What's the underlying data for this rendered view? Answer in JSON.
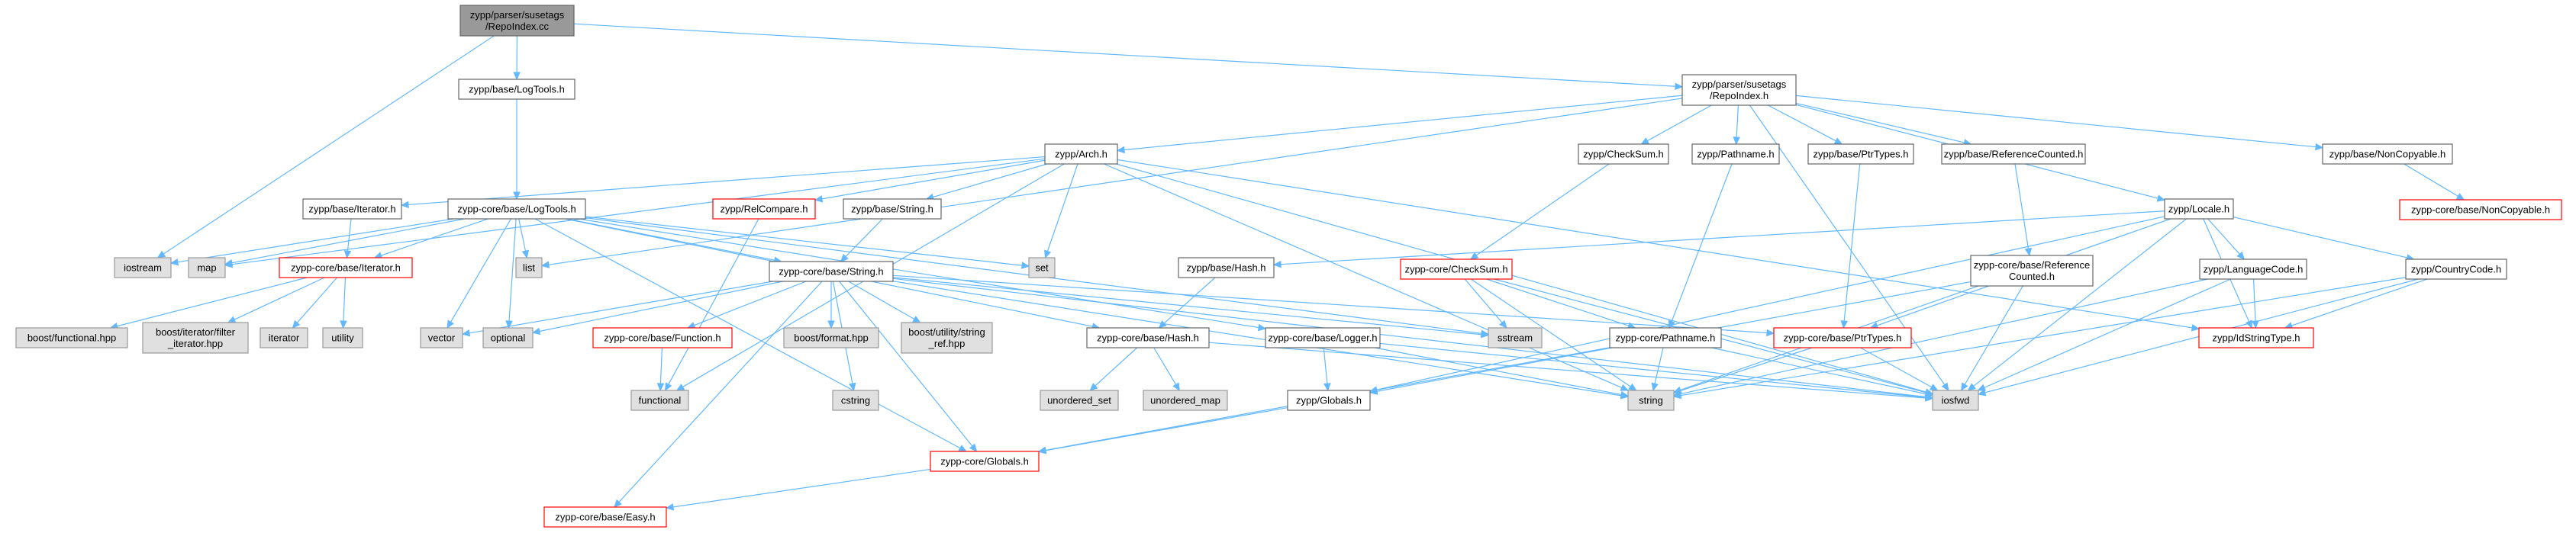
{
  "colors": {
    "edge": "#63b8ff",
    "root_fill": "#999999",
    "root_border": "#666666",
    "normal_border": "#666666",
    "external_fill": "#e0e0e0",
    "external_border": "#999999",
    "truncated_border": "#ff0000"
  },
  "nodes": [
    {
      "id": "root",
      "kind": "root",
      "lines": [
        "zypp/parser/susetags",
        "/RepoIndex.cc"
      ]
    },
    {
      "id": "logtools",
      "kind": "normal",
      "lines": [
        "zypp/base/LogTools.h"
      ]
    },
    {
      "id": "repoindex_h",
      "kind": "normal",
      "lines": [
        "zypp/parser/susetags",
        "/RepoIndex.h"
      ]
    },
    {
      "id": "arch",
      "kind": "normal",
      "lines": [
        "zypp/Arch.h"
      ]
    },
    {
      "id": "checksum",
      "kind": "normal",
      "lines": [
        "zypp/CheckSum.h"
      ]
    },
    {
      "id": "pathname",
      "kind": "normal",
      "lines": [
        "zypp/Pathname.h"
      ]
    },
    {
      "id": "ptrtypes",
      "kind": "normal",
      "lines": [
        "zypp/base/PtrTypes.h"
      ]
    },
    {
      "id": "refcounted",
      "kind": "normal",
      "lines": [
        "zypp/base/ReferenceCounted.h"
      ]
    },
    {
      "id": "noncopyable",
      "kind": "normal",
      "lines": [
        "zypp/base/NonCopyable.h"
      ]
    },
    {
      "id": "core_noncopyable",
      "kind": "truncated",
      "lines": [
        "zypp-core/base/NonCopyable.h"
      ]
    },
    {
      "id": "iterator",
      "kind": "normal",
      "lines": [
        "zypp/base/Iterator.h"
      ]
    },
    {
      "id": "core_logtools",
      "kind": "normal",
      "lines": [
        "zypp-core/base/LogTools.h"
      ]
    },
    {
      "id": "relcompare",
      "kind": "truncated",
      "lines": [
        "zypp/RelCompare.h"
      ]
    },
    {
      "id": "string_h",
      "kind": "normal",
      "lines": [
        "zypp/base/String.h"
      ]
    },
    {
      "id": "locale",
      "kind": "normal",
      "lines": [
        "zypp/Locale.h"
      ]
    },
    {
      "id": "iostream",
      "kind": "external",
      "lines": [
        "iostream"
      ]
    },
    {
      "id": "map",
      "kind": "external",
      "lines": [
        "map"
      ]
    },
    {
      "id": "core_iterator",
      "kind": "truncated",
      "lines": [
        "zypp-core/base/Iterator.h"
      ]
    },
    {
      "id": "list",
      "kind": "external",
      "lines": [
        "list"
      ]
    },
    {
      "id": "set",
      "kind": "external",
      "lines": [
        "set"
      ]
    },
    {
      "id": "hash_h",
      "kind": "normal",
      "lines": [
        "zypp/base/Hash.h"
      ]
    },
    {
      "id": "core_checksum",
      "kind": "truncated",
      "lines": [
        "zypp-core/CheckSum.h"
      ]
    },
    {
      "id": "core_refcounted",
      "kind": "normal",
      "lines": [
        "zypp-core/base/Reference",
        "Counted.h"
      ]
    },
    {
      "id": "languagecode",
      "kind": "normal",
      "lines": [
        "zypp/LanguageCode.h"
      ]
    },
    {
      "id": "countrycode",
      "kind": "normal",
      "lines": [
        "zypp/CountryCode.h"
      ]
    },
    {
      "id": "idstringtype",
      "kind": "truncated",
      "lines": [
        "zypp/IdStringType.h"
      ]
    },
    {
      "id": "core_string",
      "kind": "normal",
      "lines": [
        "zypp-core/base/String.h"
      ]
    },
    {
      "id": "boost_functional",
      "kind": "external",
      "lines": [
        "boost/functional.hpp"
      ]
    },
    {
      "id": "boost_filter_iter",
      "kind": "external",
      "lines": [
        "boost/iterator/filter",
        "_iterator.hpp"
      ]
    },
    {
      "id": "iterator_std",
      "kind": "external",
      "lines": [
        "iterator"
      ]
    },
    {
      "id": "utility",
      "kind": "external",
      "lines": [
        "utility"
      ]
    },
    {
      "id": "vector",
      "kind": "external",
      "lines": [
        "vector"
      ]
    },
    {
      "id": "optional",
      "kind": "external",
      "lines": [
        "optional"
      ]
    },
    {
      "id": "core_function",
      "kind": "truncated",
      "lines": [
        "zypp-core/base/Function.h"
      ]
    },
    {
      "id": "boost_format",
      "kind": "external",
      "lines": [
        "boost/format.hpp"
      ]
    },
    {
      "id": "boost_string_ref",
      "kind": "external",
      "lines": [
        "boost/utility/string",
        "_ref.hpp"
      ]
    },
    {
      "id": "core_hash",
      "kind": "normal",
      "lines": [
        "zypp-core/base/Hash.h"
      ]
    },
    {
      "id": "core_logger",
      "kind": "normal",
      "lines": [
        "zypp-core/base/Logger.h"
      ]
    },
    {
      "id": "sstream",
      "kind": "external",
      "lines": [
        "sstream"
      ]
    },
    {
      "id": "core_pathname",
      "kind": "normal",
      "lines": [
        "zypp-core/Pathname.h"
      ]
    },
    {
      "id": "core_ptrtypes",
      "kind": "truncated",
      "lines": [
        "zypp-core/base/PtrTypes.h"
      ]
    },
    {
      "id": "functional",
      "kind": "external",
      "lines": [
        "functional"
      ]
    },
    {
      "id": "cstring",
      "kind": "external",
      "lines": [
        "cstring"
      ]
    },
    {
      "id": "unordered_set",
      "kind": "external",
      "lines": [
        "unordered_set"
      ]
    },
    {
      "id": "unordered_map",
      "kind": "external",
      "lines": [
        "unordered_map"
      ]
    },
    {
      "id": "zypp_globals",
      "kind": "normal",
      "lines": [
        "zypp/Globals.h"
      ]
    },
    {
      "id": "string_std",
      "kind": "external",
      "lines": [
        "string"
      ]
    },
    {
      "id": "iosfwd",
      "kind": "external",
      "lines": [
        "iosfwd"
      ]
    },
    {
      "id": "core_globals",
      "kind": "truncated",
      "lines": [
        "zypp-core/Globals.h"
      ]
    },
    {
      "id": "core_easy",
      "kind": "truncated",
      "lines": [
        "zypp-core/base/Easy.h"
      ]
    }
  ],
  "edges": [
    [
      "root",
      "logtools"
    ],
    [
      "root",
      "repoindex_h"
    ],
    [
      "root",
      "iostream"
    ],
    [
      "logtools",
      "core_logtools"
    ],
    [
      "repoindex_h",
      "arch"
    ],
    [
      "repoindex_h",
      "checksum"
    ],
    [
      "repoindex_h",
      "pathname"
    ],
    [
      "repoindex_h",
      "ptrtypes"
    ],
    [
      "repoindex_h",
      "refcounted"
    ],
    [
      "repoindex_h",
      "noncopyable"
    ],
    [
      "repoindex_h",
      "locale"
    ],
    [
      "repoindex_h",
      "list"
    ],
    [
      "repoindex_h",
      "iosfwd"
    ],
    [
      "noncopyable",
      "core_noncopyable"
    ],
    [
      "arch",
      "iterator"
    ],
    [
      "arch",
      "relcompare"
    ],
    [
      "arch",
      "string_h"
    ],
    [
      "arch",
      "set"
    ],
    [
      "arch",
      "functional"
    ],
    [
      "arch",
      "string_std"
    ],
    [
      "arch",
      "iosfwd"
    ],
    [
      "arch",
      "idstringtype"
    ],
    [
      "arch",
      "map"
    ],
    [
      "checksum",
      "core_checksum"
    ],
    [
      "pathname",
      "core_pathname"
    ],
    [
      "ptrtypes",
      "core_ptrtypes"
    ],
    [
      "refcounted",
      "core_refcounted"
    ],
    [
      "iterator",
      "core_iterator"
    ],
    [
      "core_logtools",
      "iostream"
    ],
    [
      "core_logtools",
      "map"
    ],
    [
      "core_logtools",
      "core_iterator"
    ],
    [
      "core_logtools",
      "list"
    ],
    [
      "core_logtools",
      "set"
    ],
    [
      "core_logtools",
      "vector"
    ],
    [
      "core_logtools",
      "optional"
    ],
    [
      "core_logtools",
      "core_string"
    ],
    [
      "core_logtools",
      "core_hash"
    ],
    [
      "core_logtools",
      "core_logger"
    ],
    [
      "core_logtools",
      "core_globals"
    ],
    [
      "core_logtools",
      "sstream"
    ],
    [
      "relcompare",
      "functional"
    ],
    [
      "string_h",
      "core_string"
    ],
    [
      "core_iterator",
      "boost_functional"
    ],
    [
      "core_iterator",
      "boost_filter_iter"
    ],
    [
      "core_iterator",
      "iterator_std"
    ],
    [
      "core_iterator",
      "utility"
    ],
    [
      "core_string",
      "vector"
    ],
    [
      "core_string",
      "optional"
    ],
    [
      "core_string",
      "core_function"
    ],
    [
      "core_string",
      "boost_format"
    ],
    [
      "core_string",
      "boost_string_ref"
    ],
    [
      "core_string",
      "cstring"
    ],
    [
      "core_string",
      "sstream"
    ],
    [
      "core_string",
      "string_std"
    ],
    [
      "core_string",
      "core_ptrtypes"
    ],
    [
      "core_string",
      "core_easy"
    ],
    [
      "core_string",
      "core_globals"
    ],
    [
      "core_string",
      "iosfwd"
    ],
    [
      "core_function",
      "functional"
    ],
    [
      "hash_h",
      "core_hash"
    ],
    [
      "core_hash",
      "unordered_set"
    ],
    [
      "core_hash",
      "unordered_map"
    ],
    [
      "core_hash",
      "iosfwd"
    ],
    [
      "core_logger",
      "zypp_globals"
    ],
    [
      "core_logger",
      "string_std"
    ],
    [
      "core_logger",
      "iosfwd"
    ],
    [
      "core_checksum",
      "sstream"
    ],
    [
      "core_checksum",
      "core_pathname"
    ],
    [
      "core_checksum",
      "string_std"
    ],
    [
      "core_checksum",
      "iosfwd"
    ],
    [
      "core_pathname",
      "string_std"
    ],
    [
      "core_pathname",
      "iosfwd"
    ],
    [
      "core_pathname",
      "zypp_globals"
    ],
    [
      "core_refcounted",
      "core_ptrtypes"
    ],
    [
      "core_refcounted",
      "core_globals"
    ],
    [
      "core_refcounted",
      "iosfwd"
    ],
    [
      "core_ptrtypes",
      "string_std"
    ],
    [
      "core_ptrtypes",
      "iosfwd"
    ],
    [
      "locale",
      "hash_h"
    ],
    [
      "locale",
      "languagecode"
    ],
    [
      "locale",
      "countrycode"
    ],
    [
      "locale",
      "idstringtype"
    ],
    [
      "locale",
      "string_std"
    ],
    [
      "locale",
      "iosfwd"
    ],
    [
      "locale",
      "zypp_globals"
    ],
    [
      "languagecode",
      "idstringtype"
    ],
    [
      "languagecode",
      "string_std"
    ],
    [
      "languagecode",
      "iosfwd"
    ],
    [
      "countrycode",
      "idstringtype"
    ],
    [
      "countrycode",
      "string_std"
    ],
    [
      "countrycode",
      "iosfwd"
    ],
    [
      "zypp_globals",
      "core_globals"
    ],
    [
      "core_globals",
      "core_easy"
    ]
  ]
}
